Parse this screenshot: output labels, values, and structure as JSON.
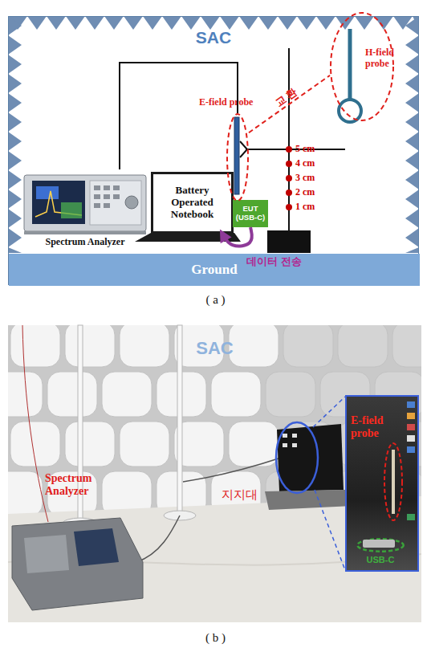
{
  "diagram": {
    "nodes": [
      {
        "text": [
          "SAC"
        ]
      },
      {
        "text": [
          "Spectrum Analyzer"
        ],
        "in": 0
      },
      {
        "text": [
          "Battery Operated Notebook"
        ],
        "in": 0
      },
      {
        "text": [
          "EUT (USB-C)"
        ],
        "in": 0
      },
      {
        "text": [
          "E-field probe"
        ],
        "in": 0
      },
      {
        "text": [
          "H-field probe"
        ],
        "in": 0
      },
      {
        "text": [
          "Ground"
        ],
        "in": 0
      },
      {
        "text": [
          "SAC"
        ]
      },
      {
        "text": [
          "E-field probe"
        ],
        "in": 7
      },
      {
        "text": [
          "USB-C"
        ],
        "in": 8
      }
    ],
    "edges": [
      {
        "from": 1,
        "to": 4,
        "arrow": "none"
      },
      {
        "from": 4,
        "to": 5,
        "label": "교 환",
        "arrow": "none"
      },
      {
        "from": 3,
        "to": 2,
        "label": "데이터 전송",
        "arrow": "to"
      }
    ],
    "labels": [
      "5 cm",
      "4 cm",
      "3 cm",
      "2 cm",
      "1 cm",
      "( a )",
      "Spectrum Analyzer",
      "지지대",
      "( b )"
    ]
  }
}
